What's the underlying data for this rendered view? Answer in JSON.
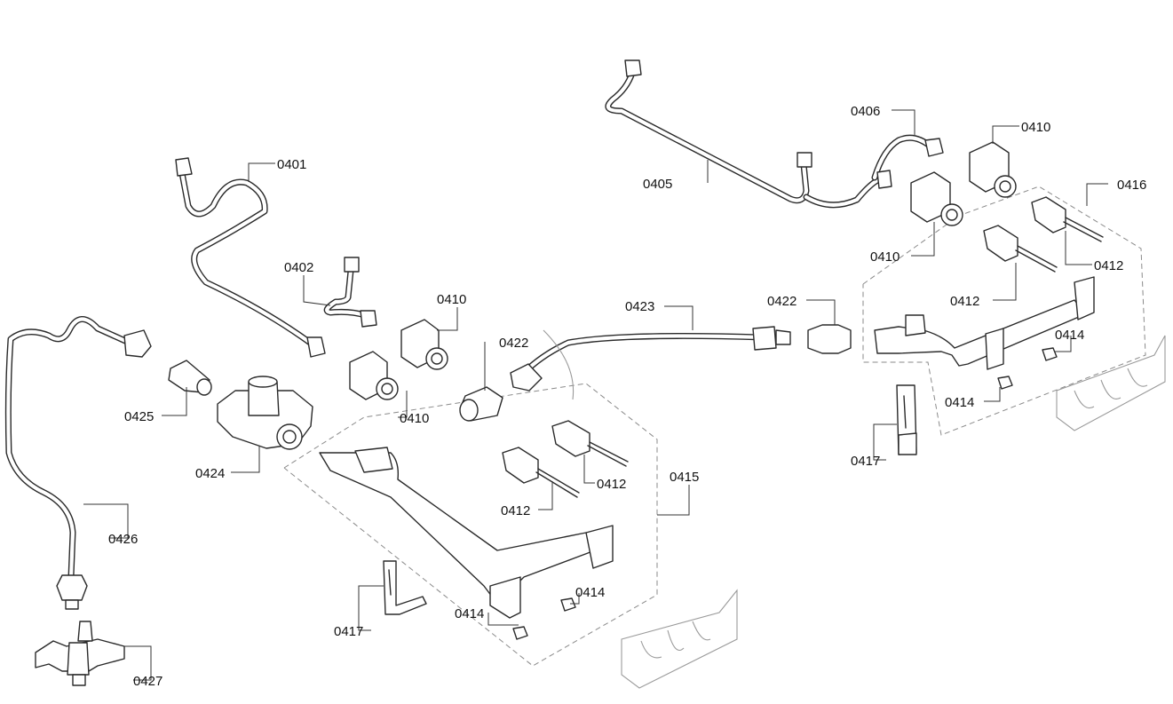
{
  "parts": [
    {
      "id": "p0401",
      "label": "0401"
    },
    {
      "id": "p0402",
      "label": "0402"
    },
    {
      "id": "p0405",
      "label": "0405"
    },
    {
      "id": "p0406",
      "label": "0406"
    },
    {
      "id": "p0410a",
      "label": "0410"
    },
    {
      "id": "p0410b",
      "label": "0410"
    },
    {
      "id": "p0410c",
      "label": "0410"
    },
    {
      "id": "p0410d",
      "label": "0410"
    },
    {
      "id": "p0412a",
      "label": "0412"
    },
    {
      "id": "p0412b",
      "label": "0412"
    },
    {
      "id": "p0412c",
      "label": "0412"
    },
    {
      "id": "p0412d",
      "label": "0412"
    },
    {
      "id": "p0414a",
      "label": "0414"
    },
    {
      "id": "p0414b",
      "label": "0414"
    },
    {
      "id": "p0414c",
      "label": "0414"
    },
    {
      "id": "p0414d",
      "label": "0414"
    },
    {
      "id": "p0415",
      "label": "0415"
    },
    {
      "id": "p0416",
      "label": "0416"
    },
    {
      "id": "p0417a",
      "label": "0417"
    },
    {
      "id": "p0417b",
      "label": "0417"
    },
    {
      "id": "p0422a",
      "label": "0422"
    },
    {
      "id": "p0422b",
      "label": "0422"
    },
    {
      "id": "p0423",
      "label": "0423"
    },
    {
      "id": "p0424",
      "label": "0424"
    },
    {
      "id": "p0425",
      "label": "0425"
    },
    {
      "id": "p0426",
      "label": "0426"
    },
    {
      "id": "p0427",
      "label": "0427"
    }
  ]
}
